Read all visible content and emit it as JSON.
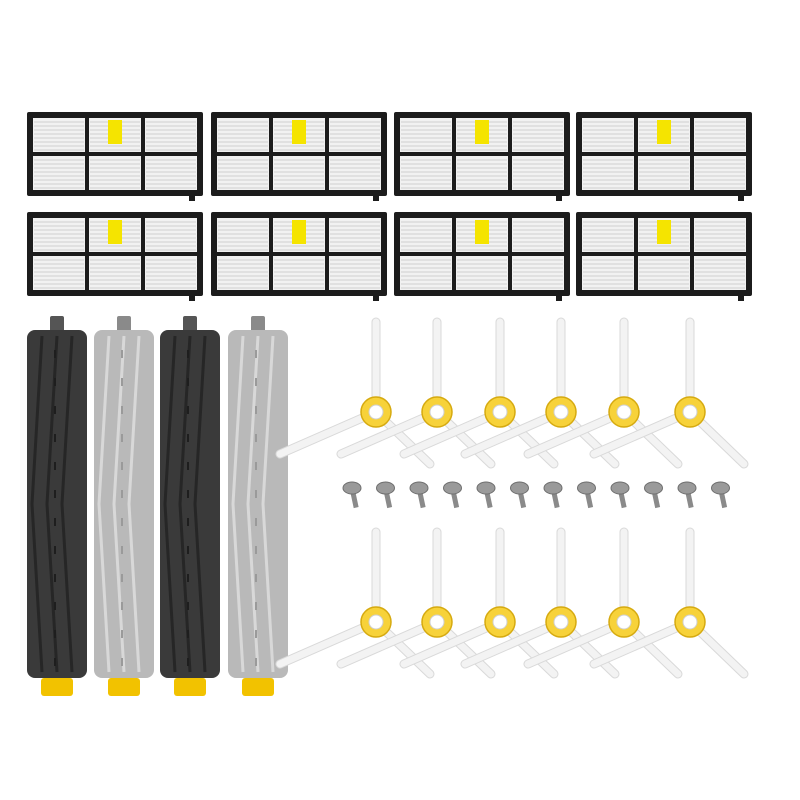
{
  "product_photo": {
    "hepa_filters": {
      "count": 8,
      "frame_color": "#1c1c1c",
      "pleat_color": "#f1f1f1",
      "tab_color": "#f5e400"
    },
    "rollers": {
      "count": 4,
      "colors": [
        "#3a3a3a",
        "#b9b9b9",
        "#3a3a3a",
        "#b9b9b9"
      ],
      "end_cap_color": "#f2c200"
    },
    "side_brushes": {
      "count": 12,
      "bristle_color": "#f3f3f3",
      "hub_color": "#f7d23a"
    },
    "screws": {
      "count": 12,
      "color": "#9a9a9a"
    }
  }
}
